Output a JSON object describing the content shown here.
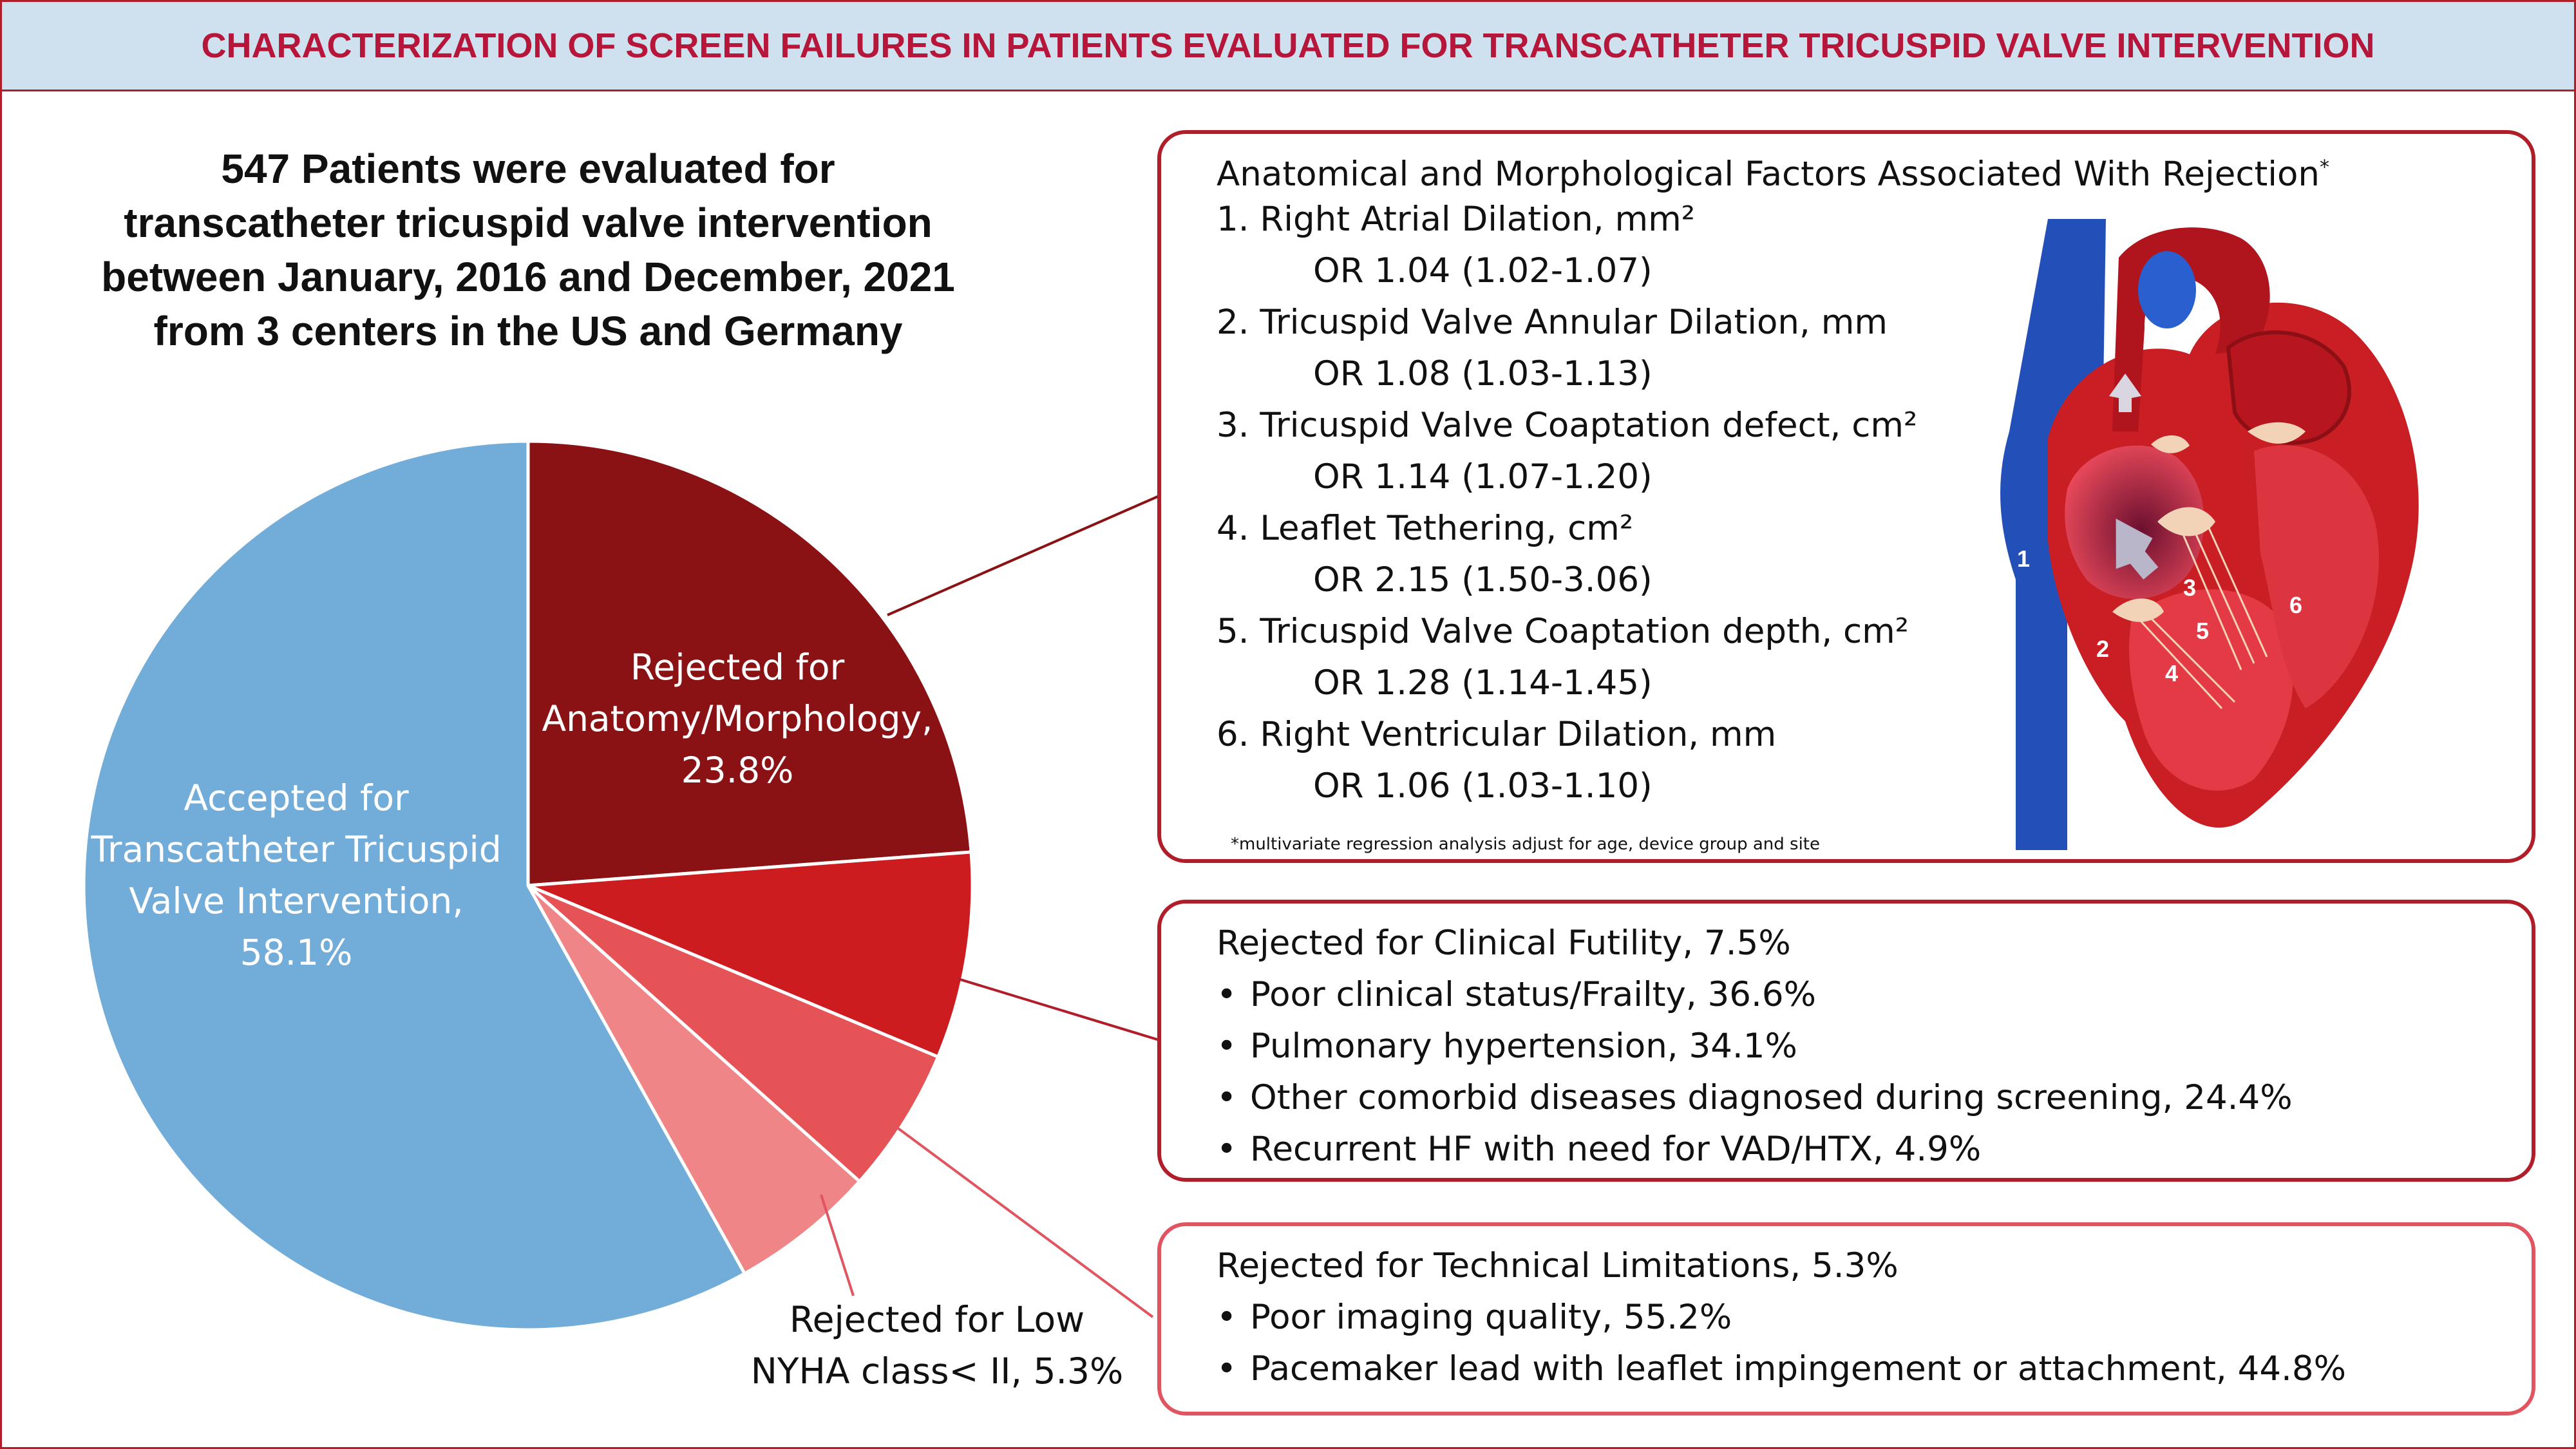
{
  "header": {
    "title": "CHARACTERIZATION OF SCREEN FAILURES IN PATIENTS EVALUATED FOR TRANSCATHETER TRICUSPID VALVE INTERVENTION"
  },
  "intro": {
    "text": "547 Patients were evaluated for transcatheter tricuspid valve intervention between January, 2016 and December, 2021 from 3 centers in the US and Germany"
  },
  "chart_data": {
    "type": "pie",
    "title": "",
    "start": "12 o'clock, clockwise",
    "slices": [
      {
        "lines": [
          "Rejected for",
          "Anatomy/Morphology,",
          "23.8%"
        ],
        "value": 23.8,
        "color": "#8b1214",
        "label_color": "#ffffff"
      },
      {
        "lines": [
          "Rejected for Clinical Futility, 7.5%"
        ],
        "value": 7.5,
        "color": "#cd1c1f",
        "label_color": "#111111"
      },
      {
        "lines": [
          "Rejected for Technical Limitations, 5.3%"
        ],
        "value": 5.3,
        "color": "#e65356",
        "label_color": "#111111"
      },
      {
        "lines": [
          "Rejected for Low",
          "NYHA class< II, 5.3%"
        ],
        "value": 5.3,
        "color": "#ef8587",
        "label_color": "#111111"
      },
      {
        "lines": [
          "Accepted for",
          "Transcatheter Tricuspid",
          "Valve Intervention,",
          "58.1%"
        ],
        "value": 58.1,
        "color": "#72acd9",
        "label_color": "#ffffff"
      }
    ]
  },
  "anatomy_box": {
    "title": "Anatomical and Morphological Factors Associated With Rejection",
    "title_marker": "*",
    "factors": [
      {
        "label": "1. Right Atrial Dilation, mm²",
        "or": "OR 1.04 (1.02-1.07)"
      },
      {
        "label": "2. Tricuspid Valve Annular Dilation, mm",
        "or": "OR 1.08 (1.03-1.13)"
      },
      {
        "label": "3. Tricuspid Valve Coaptation defect, cm²",
        "or": "OR 1.14 (1.07-1.20)"
      },
      {
        "label": "4. Leaflet Tethering, cm²",
        "or": "OR 2.15 (1.50-3.06)"
      },
      {
        "label": "5. Tricuspid Valve Coaptation depth, cm²",
        "or": "OR 1.28 (1.14-1.45)"
      },
      {
        "label": "6. Right Ventricular Dilation, mm",
        "or": "OR 1.06 (1.03-1.10)"
      }
    ],
    "footnote": "*multivariate regression analysis adjust for age, device group and site"
  },
  "futility_box": {
    "title": "Rejected for Clinical Futility, 7.5%",
    "items": [
      "Poor clinical status/Frailty, 36.6%",
      "Pulmonary hypertension, 34.1%",
      "Other comorbid diseases diagnosed during screening, 24.4%",
      "Recurrent HF with need for VAD/HTX, 4.9%"
    ]
  },
  "technical_box": {
    "title": "Rejected for Technical Limitations, 5.3%",
    "items": [
      "Poor imaging quality, 55.2%",
      "Pacemaker lead with leaflet impingement or attachment, 44.8%"
    ]
  },
  "heart_illustration": {
    "icon": "heart-illustration",
    "markers": [
      "1",
      "2",
      "3",
      "4",
      "5",
      "6"
    ],
    "colors": {
      "myocardium": "#c81e24",
      "chamber": "#e9495a",
      "vena_cava": "#2250b8",
      "valve": "#f2d3b8"
    }
  }
}
